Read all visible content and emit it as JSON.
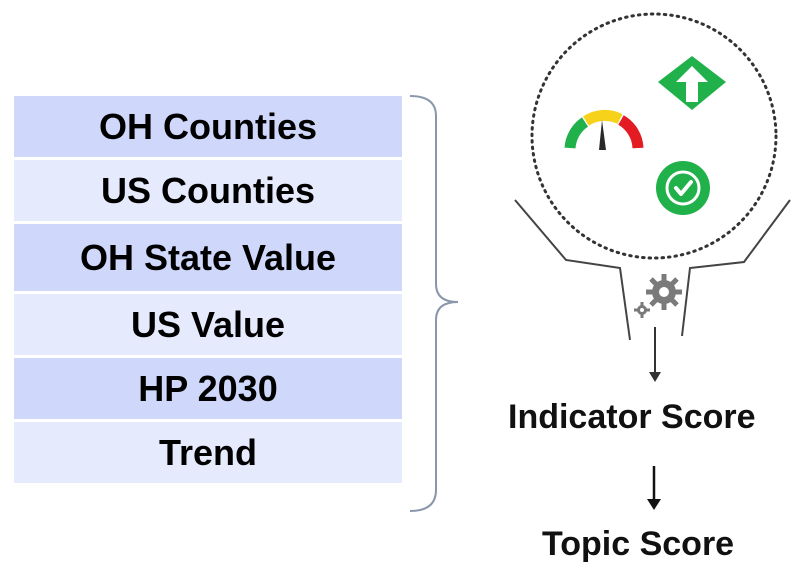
{
  "title": "Slide header partially cropped at top",
  "inputs": [
    {
      "label": "OH Counties"
    },
    {
      "label": "US Counties"
    },
    {
      "label": "OH State Value"
    },
    {
      "label": "US Value"
    },
    {
      "label": "HP 2030"
    },
    {
      "label": "Trend"
    }
  ],
  "outputs": {
    "indicator_score": "Indicator Score",
    "topic_score": "Topic Score"
  },
  "icons": {
    "gauge": "speedometer-gauge-icon",
    "arrow": "green-up-arrow-sign-icon",
    "check": "green-checkmark-circle-icon",
    "gear": "gear-icon"
  },
  "colors": {
    "box_dark": "#cfd8fb",
    "box_light": "#e6eafd",
    "green": "#21b14b",
    "gauge_red": "#e31b23",
    "gauge_yellow": "#f6d21b"
  }
}
